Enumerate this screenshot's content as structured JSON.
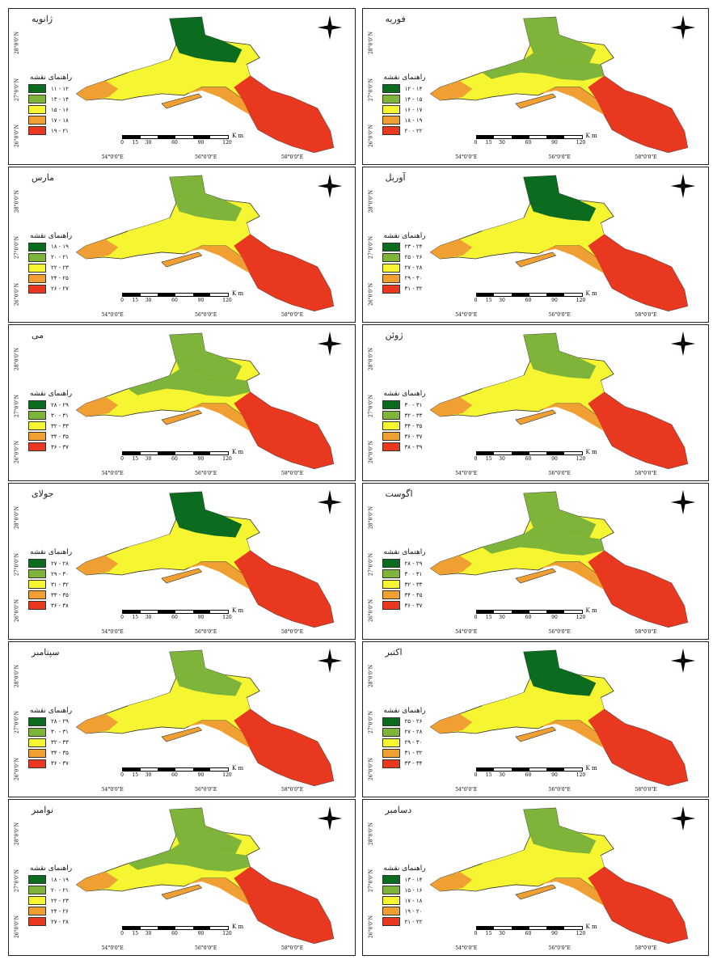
{
  "legend_title": "راهنمای نقشه",
  "scale": {
    "unit": "K m",
    "ticks": [
      "0",
      "15",
      "30",
      "60",
      "90",
      "120"
    ]
  },
  "lon_labels": [
    "54°0'0\"E",
    "56°0'0\"E",
    "58°0'0\"E"
  ],
  "lat_labels": [
    "28°0'0\"N",
    "27°0'0\"N",
    "26°0'0\"N"
  ],
  "class_colors": [
    "#0b6b1e",
    "#7fb43a",
    "#f5f532",
    "#f0a033",
    "#e8381f"
  ],
  "panels": [
    {
      "month": "ژانویه",
      "legend": [
        "۱۱ - ۱۲",
        "۱۳ - ۱۴",
        "۱۵ - ۱۶",
        "۱۷ - ۱۸",
        "۱۹ - ۲۱"
      ]
    },
    {
      "month": "فوریه",
      "legend": [
        "۱۲ - ۱۴",
        "۱۴ - ۱۵",
        "۱۶ - ۱۷",
        "۱۸ - ۱۹",
        "۲۰ - ۲۲"
      ]
    },
    {
      "month": "مارس",
      "legend": [
        "۱۸ - ۱۹",
        "۲۰ - ۲۱",
        "۲۲ - ۲۳",
        "۲۴ - ۲۵",
        "۲۶ - ۲۷"
      ]
    },
    {
      "month": "آوریل",
      "legend": [
        "۲۳ - ۲۴",
        "۲۵ - ۲۶",
        "۲۷ - ۲۸",
        "۲۹ - ۳۰",
        "۳۱ - ۳۲"
      ]
    },
    {
      "month": "می",
      "legend": [
        "۲۸ - ۲۹",
        "۳۰ - ۳۱",
        "۳۲ - ۳۳",
        "۳۴ - ۳۵",
        "۳۶ - ۳۷"
      ]
    },
    {
      "month": "ژوئن",
      "legend": [
        "۳۰ - ۳۱",
        "۳۲ - ۳۳",
        "۳۴ - ۳۵",
        "۳۶ - ۳۷",
        "۳۸ - ۳۹"
      ]
    },
    {
      "month": "جولای",
      "legend": [
        "۲۷ - ۲۸",
        "۲۹ - ۳۰",
        "۳۱ - ۳۲",
        "۳۳ - ۳۵",
        "۳۶ - ۳۸"
      ]
    },
    {
      "month": "اگوست",
      "legend": [
        "۲۸ - ۲۹",
        "۳۰ - ۳۱",
        "۳۲ - ۳۳",
        "۳۴ - ۳۵",
        "۳۶ - ۳۷"
      ]
    },
    {
      "month": "سپتامبر",
      "legend": [
        "۲۸ - ۲۹",
        "۳۰ - ۳۱",
        "۳۲ - ۳۳",
        "۳۴ - ۳۵",
        "۳۶ - ۳۷"
      ]
    },
    {
      "month": "اکتبر",
      "legend": [
        "۲۵ - ۲۶",
        "۲۷ - ۲۸",
        "۲۹ - ۳۰",
        "۳۱ - ۳۲",
        "۳۳ - ۳۴"
      ]
    },
    {
      "month": "نوامبر",
      "legend": [
        "۱۸ - ۱۹",
        "۲۰ - ۲۱",
        "۲۲ - ۲۳",
        "۲۴ - ۲۶",
        "۲۷ - ۲۸"
      ]
    },
    {
      "month": "دسامبر",
      "legend": [
        "۱۳ - ۱۴",
        "۱۵ - ۱۶",
        "۱۷ - ۱۸",
        "۱۹ - ۲۰",
        "۲۱ - ۲۲"
      ]
    }
  ]
}
